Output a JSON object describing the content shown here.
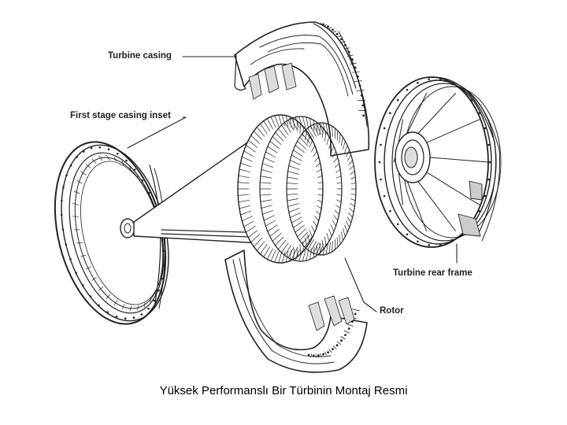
{
  "labels": {
    "turbine_casing": "Turbine casing",
    "first_stage_casing_inset": "First stage casing inset",
    "turbine_rear_frame": "Turbine rear frame",
    "rotor": "Rotor"
  },
  "caption": "Yüksek Performanslı Bir Türbinin Montaj Resmi",
  "colors": {
    "ink": "#222222",
    "paper": "#ffffff",
    "shade": "#d8d8d8"
  }
}
